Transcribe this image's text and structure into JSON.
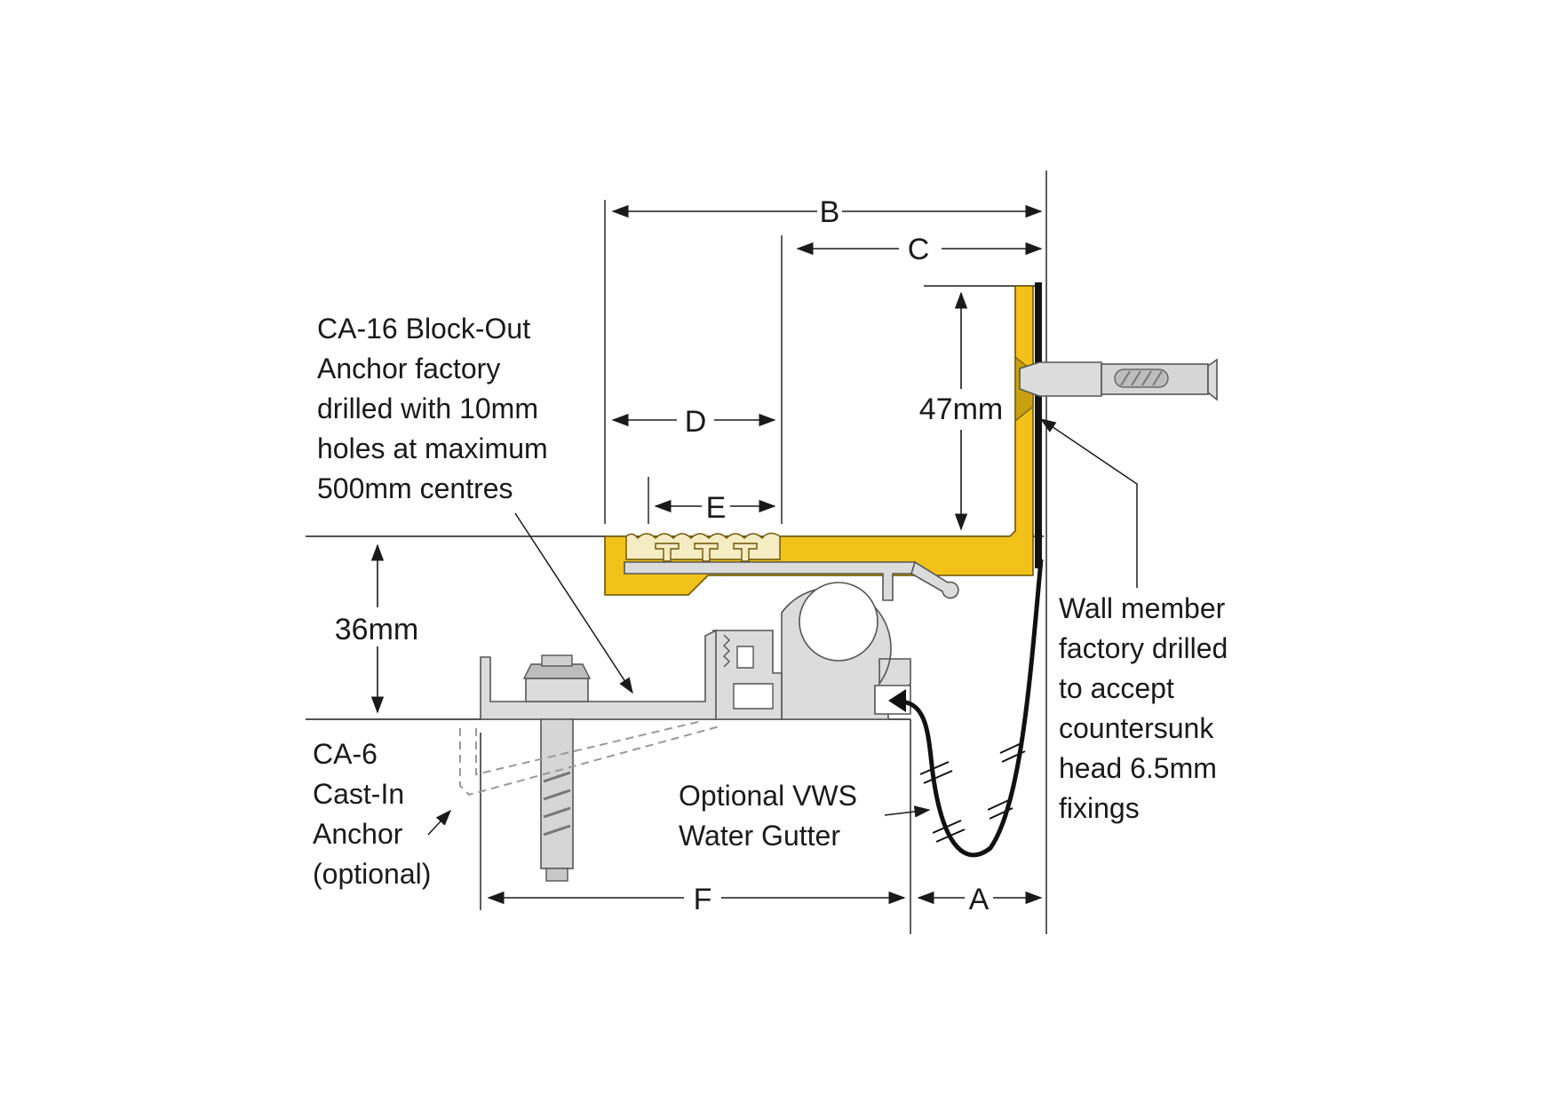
{
  "dimensions": {
    "b": "B",
    "c": "C",
    "d": "D",
    "e": "E",
    "f": "F",
    "a": "A",
    "height_47": "47mm",
    "height_36": "36mm"
  },
  "callouts": {
    "block_out_anchor": [
      "CA-16 Block-Out",
      "Anchor factory",
      "drilled with 10mm",
      "holes at maximum",
      "500mm centres"
    ],
    "cast_in_anchor": [
      "CA-6",
      "Cast-In",
      "Anchor",
      "(optional)"
    ],
    "water_gutter": [
      "Optional VWS",
      "Water Gutter"
    ],
    "wall_member": [
      "Wall member",
      "factory drilled",
      "to accept",
      "countersunk",
      "head 6.5mm",
      "fixings"
    ]
  },
  "colors": {
    "gold_member": "#f2c21a",
    "aluminium": "#dcdcdc",
    "insert": "#f6ecc4",
    "seal": "#111111"
  }
}
